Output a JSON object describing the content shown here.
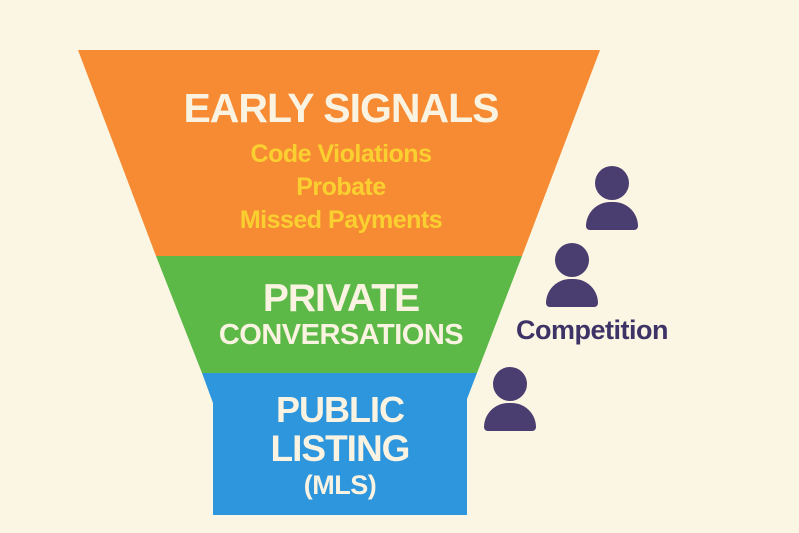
{
  "canvas": {
    "background": "#FBF5E3"
  },
  "funnel": {
    "stages": [
      {
        "name": "Early Signals",
        "label": "EARLY SIGNALS",
        "sub_items": [
          "Code Violations",
          "Probate",
          "Missed Payments"
        ],
        "fill": "#F68B33",
        "label_color": "#FAF3E1",
        "sub_items_color": "#FAD030"
      },
      {
        "name": "Private Conversations",
        "label_line1": "PRIVATE",
        "label_line2": "CONVERSATIONS",
        "fill": "#5CB947",
        "label_color": "#FAF3E1"
      },
      {
        "name": "Public Listing (MLS)",
        "label_line1": "PUBLIC",
        "label_line2": "LISTING",
        "label_line3": "(MLS)",
        "fill": "#2E96DD",
        "label_color": "#FAF3E1"
      }
    ]
  },
  "competition": {
    "label": "Competition",
    "label_color": "#3D3366",
    "person_icon_color": "#4A3D70",
    "person_count": "3"
  }
}
